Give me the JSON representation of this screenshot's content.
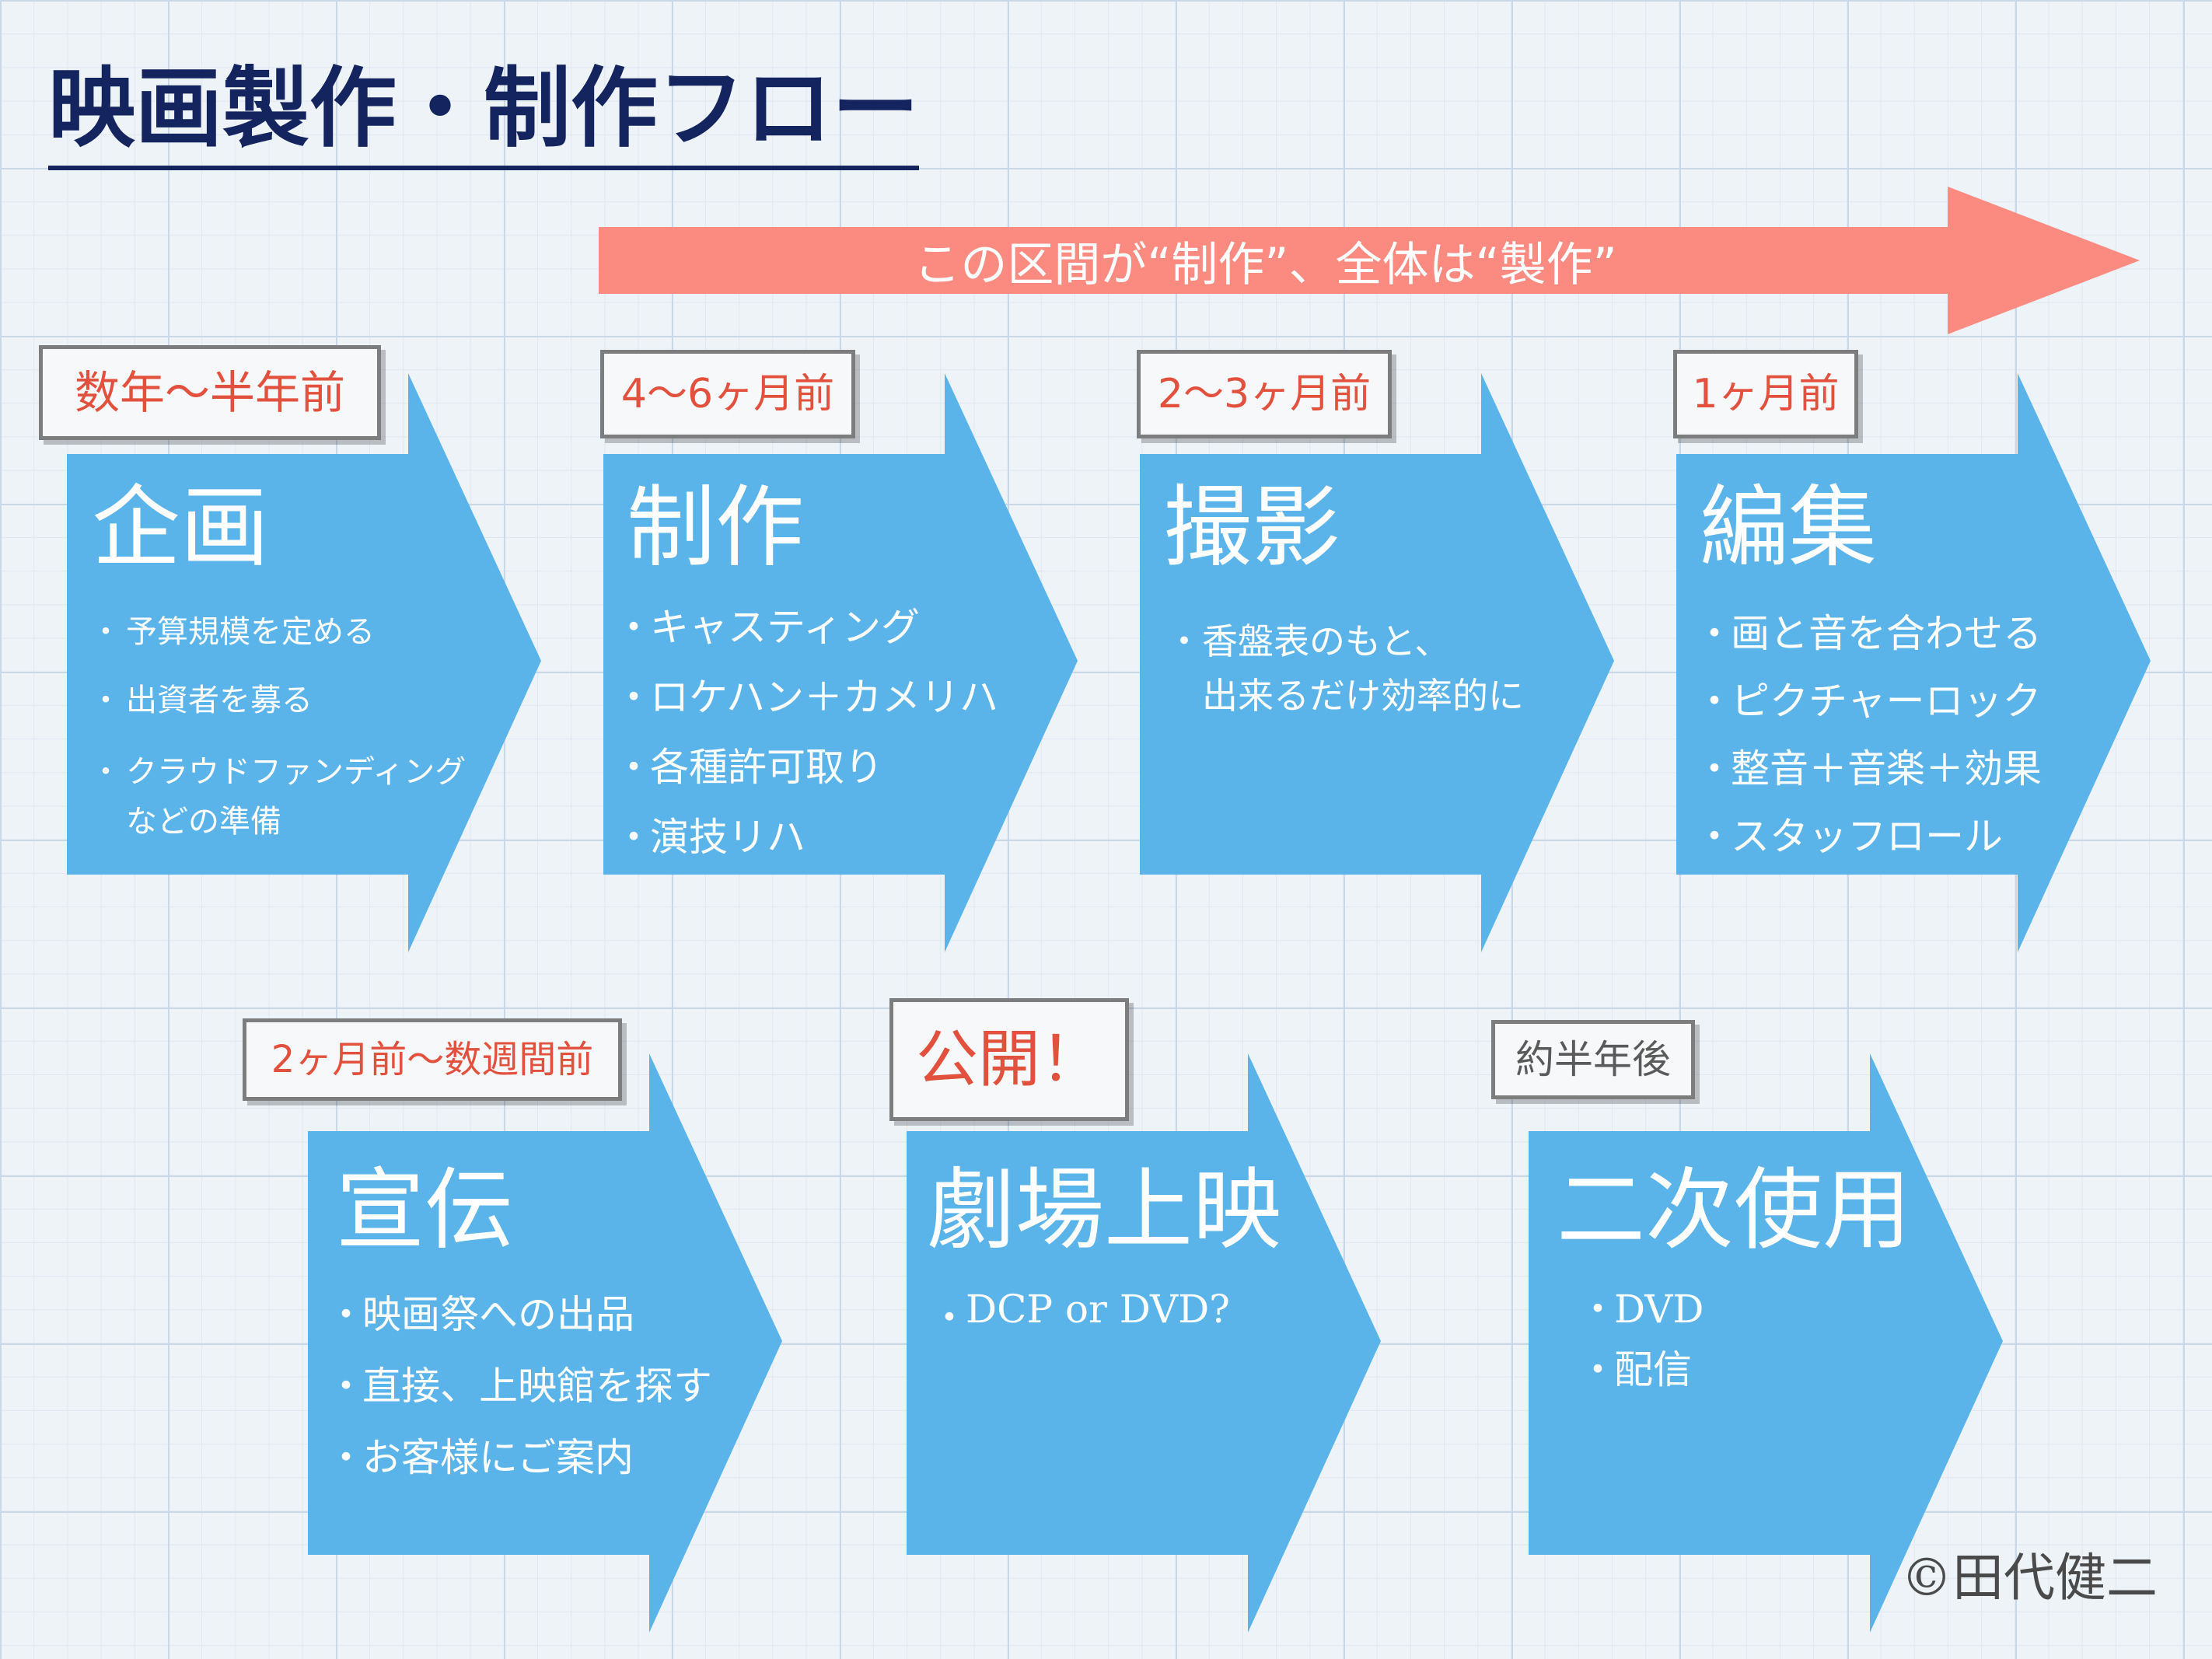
{
  "title": "映画製作・制作フロー",
  "banner": {
    "label": "この区間が“制作”、全体は“製作”",
    "color": "#fb8a80"
  },
  "arrow_color": "#5ab4ea",
  "stages": [
    {
      "tag": "数年〜半年前",
      "title": "企画",
      "items": [
        "予算規模を定める",
        "出資者を募る",
        "クラウドファンディング",
        "などの準備"
      ]
    },
    {
      "tag": "4〜6ヶ月前",
      "title": "制作",
      "items": [
        "キャスティング",
        "ロケハン＋カメリハ",
        "各種許可取り",
        "演技リハ"
      ]
    },
    {
      "tag": "2〜3ヶ月前",
      "title": "撮影",
      "items": [
        "香盤表のもと、",
        "出来るだけ効率的に"
      ]
    },
    {
      "tag": "1ヶ月前",
      "title": "編集",
      "items": [
        "画と音を合わせる",
        "ピクチャーロック",
        "整音＋音楽＋効果",
        "スタッフロール"
      ]
    },
    {
      "tag": "2ヶ月前〜数週間前",
      "title": "宣伝",
      "items": [
        "映画祭への出品",
        "直接、上映館を探す",
        "お客様にご案内"
      ]
    },
    {
      "tag": "公開！",
      "title": "劇場上映",
      "items": [
        "DCP or DVD?"
      ]
    },
    {
      "tag": "約半年後",
      "title": "二次使用",
      "items": [
        "DVD",
        "配信"
      ]
    }
  ],
  "copyright": "©田代健二"
}
